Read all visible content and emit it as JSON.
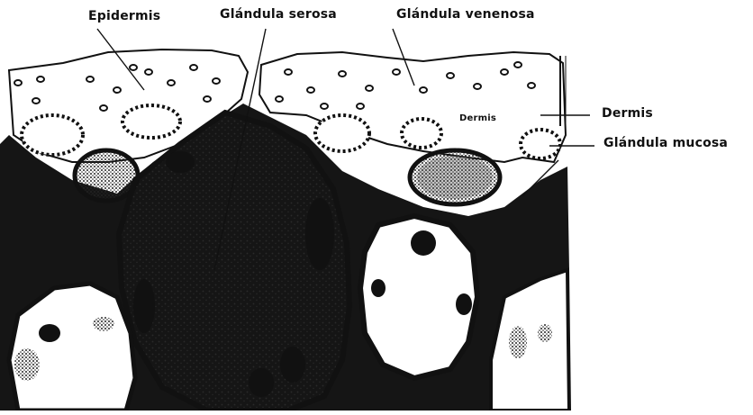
{
  "figure": {
    "labels": {
      "epidermis": "Epidermis",
      "glandula_serosa": "Glándula serosa",
      "glandula_venenosa": "Glándula venenosa",
      "dermis": "Dermis",
      "glandula_mucosa": "Glándula mucosa",
      "dermis_inner": "Dermis"
    },
    "colors": {
      "ink": "#111111",
      "tissue_dark": "#151515",
      "paper": "#ffffff",
      "stipple": "#2a2a2a"
    }
  }
}
